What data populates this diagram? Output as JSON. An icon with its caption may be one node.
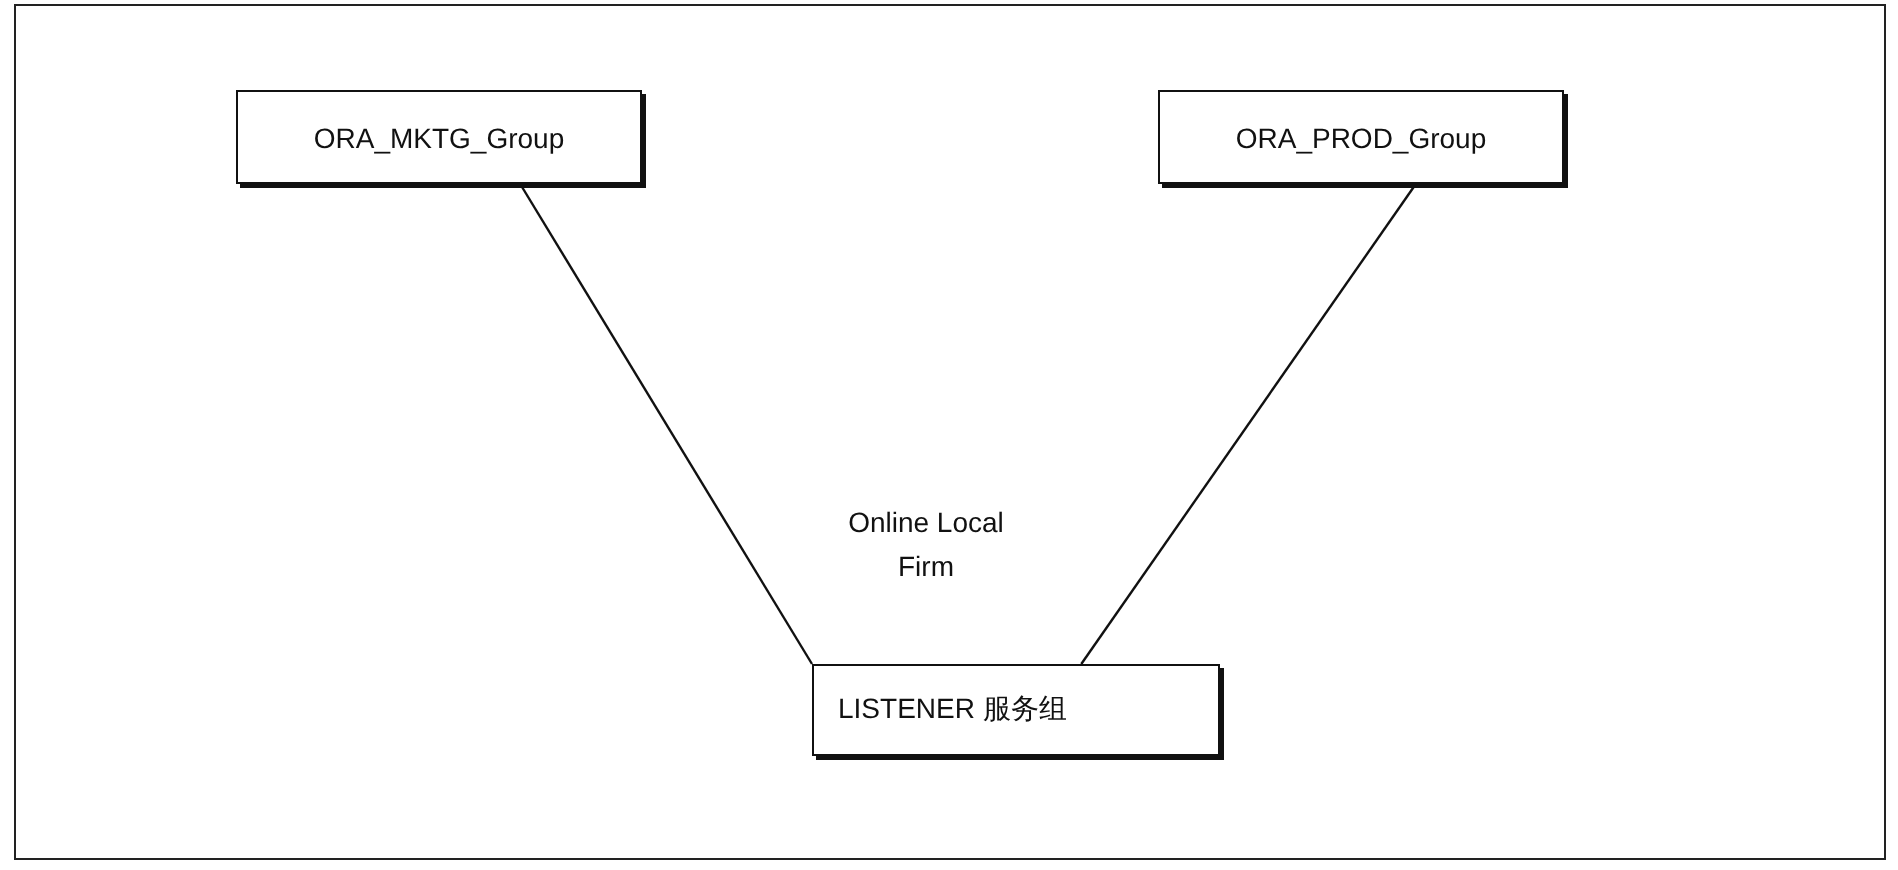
{
  "diagram": {
    "nodes": [
      {
        "text": [
          "ORA_MKTG_Group"
        ]
      },
      {
        "text": [
          "ORA_PROD_Group"
        ]
      },
      {
        "text": [
          "LISTENER 服务组"
        ]
      }
    ],
    "edges": [
      {
        "from": 0,
        "to": 2,
        "arrow": "none"
      },
      {
        "from": 1,
        "to": 2,
        "arrow": "none"
      }
    ],
    "labels": [
      "Online Local Firm"
    ]
  }
}
